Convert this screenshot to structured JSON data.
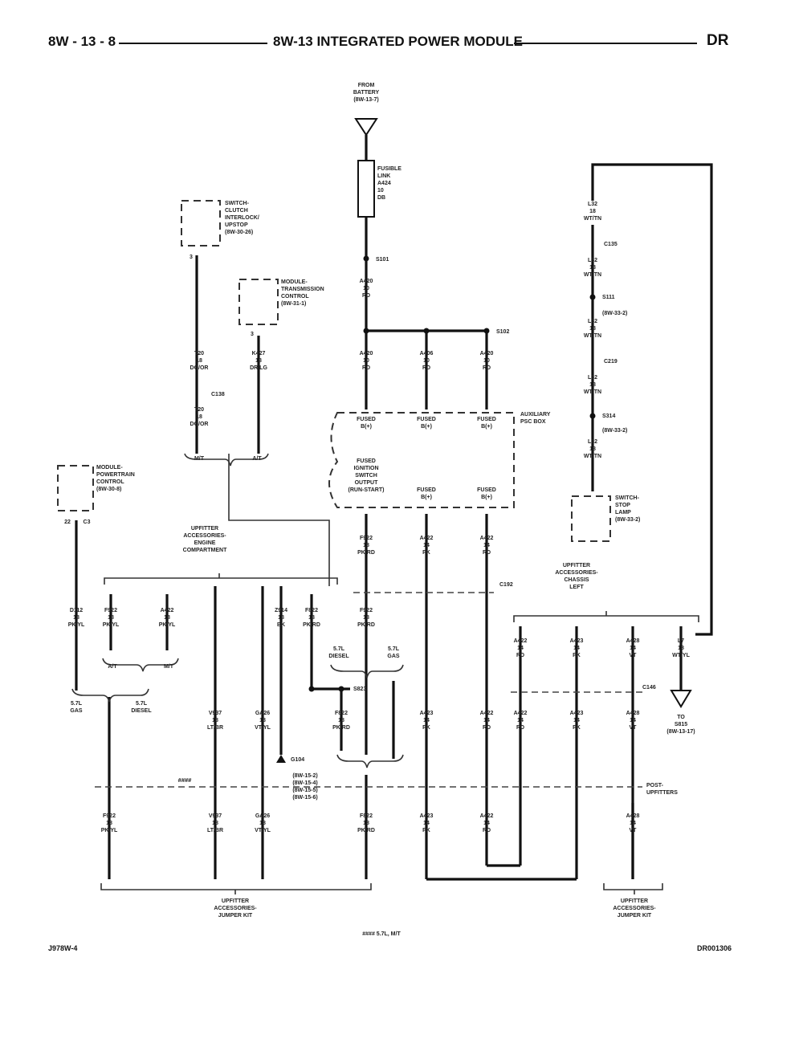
{
  "header": {
    "page_number": "8W - 13 - 8",
    "title": "8W-13 INTEGRATED POWER MODULE",
    "section": "DR"
  },
  "labels": {
    "from_battery": [
      "FROM",
      "BATTERY",
      "(8W-13-7)"
    ],
    "fusible_link": [
      "FUSIBLE",
      "LINK",
      "A424",
      "10",
      "DB"
    ],
    "s101": "S101",
    "a420_top": [
      "A420",
      "10",
      "RD"
    ],
    "s102": "S102",
    "branch1": [
      "A420",
      "10",
      "RD"
    ],
    "branch2": [
      "A406",
      "10",
      "RD"
    ],
    "branch3": [
      "A420",
      "10",
      "RD"
    ],
    "aux_psc_box": [
      "AUXILIARY",
      "PSC BOX"
    ],
    "fused_top": [
      "FUSED",
      "B(+)"
    ],
    "fused_ign": [
      "FUSED",
      "IGNITION",
      "SWITCH",
      "OUTPUT",
      "(RUN-START)"
    ],
    "clutch_switch": [
      "SWITCH-",
      "CLUTCH",
      "INTERLOCK/",
      "UPSTOP",
      "(8W-30-26)"
    ],
    "tcm": [
      "MODULE-",
      "TRANSMISSION",
      "CONTROL",
      "(8W-31-1)"
    ],
    "pcm": [
      "MODULE-",
      "POWERTRAIN",
      "CONTROL",
      "(8W-30-8)"
    ],
    "t20_top": [
      "T20",
      "18",
      "DG/OR"
    ],
    "c138": "C138",
    "t20_bottom": [
      "T20",
      "18",
      "DG/OR"
    ],
    "k427": [
      "K427",
      "18",
      "DR/LG"
    ],
    "mt": "M/T",
    "at": "A/T",
    "pin_3": "3",
    "pin_22": "22",
    "c3": "C3",
    "uef_engine": [
      "UPFITTER",
      "ACCESSORIES-",
      "ENGINE",
      "COMPARTMENT"
    ],
    "uef_chassis": [
      "UPFITTER",
      "ACCESSORIES-",
      "CHASSIS",
      "LEFT"
    ],
    "d112": [
      "D112",
      "18",
      "PK/YL"
    ],
    "f922a": [
      "F922",
      "18",
      "PK/YL"
    ],
    "a422a": [
      "A422",
      "18",
      "PK/YL"
    ],
    "z914": [
      "Z914",
      "18",
      "BK"
    ],
    "f822": [
      "F822",
      "18",
      "PK/RD"
    ],
    "f922_col": [
      "F922",
      "18",
      "PK/RD"
    ],
    "a422_col": [
      "A422",
      "14",
      "PK"
    ],
    "a422_col2": [
      "A422",
      "14",
      "RD"
    ],
    "c192": "C192",
    "s823": "S823",
    "eng_57_diesel": [
      "5.7L",
      "DIESEL"
    ],
    "eng_57_gas": [
      "5.7L",
      "GAS"
    ],
    "eng_gas": [
      "5.7L",
      "GAS"
    ],
    "eng_diesel": [
      "5.7L",
      "DIESEL"
    ],
    "v937": [
      "V937",
      "18",
      "LT/BR"
    ],
    "ga26": [
      "GA26",
      "18",
      "VT/YL"
    ],
    "g104": "G104",
    "g104_refs": [
      "(8W-15-2)",
      "(8W-15-4)",
      "(8W-15-5)",
      "(8W-15-6)"
    ],
    "f822b": [
      "F822",
      "18",
      "PK/RD"
    ],
    "chassis_a422": [
      "A422",
      "14",
      "RD"
    ],
    "chassis_a423": [
      "A423",
      "14",
      "PK"
    ],
    "chassis_a428": [
      "A428",
      "14",
      "VT"
    ],
    "chassis_l7": [
      "L7",
      "18",
      "WT/YL"
    ],
    "c146": "C146",
    "to_s815": [
      "TO",
      "S815",
      "(8W-13-17)"
    ],
    "l32_top": [
      "L32",
      "18",
      "WT/TN"
    ],
    "c135": "C135",
    "l32_a": [
      "L32",
      "18",
      "WT/TN"
    ],
    "s111": "S111",
    "s111_ref": "(8W-33-2)",
    "l32_b": [
      "L32",
      "18",
      "WT/TN"
    ],
    "c219": "C219",
    "l32_c": [
      "L32",
      "18",
      "WT/TN"
    ],
    "s314": "S314",
    "s314_ref": "(8W-33-2)",
    "l32_d": [
      "L32",
      "18",
      "WT/TN"
    ],
    "stop_lamp": [
      "SWITCH-",
      "STOP",
      "LAMP",
      "(8W-33-2)"
    ],
    "post_upfitters": [
      "POST-",
      "UPFITTERS"
    ],
    "marker_stars": "####",
    "lower_a423": [
      "A423",
      "14",
      "PK"
    ],
    "lower_a422": [
      "A422",
      "14",
      "RD"
    ],
    "lower_a428": [
      "A428",
      "14",
      "VT"
    ],
    "lower_a423b": [
      "A423",
      "14",
      "PK"
    ],
    "lower_a422b": [
      "A422",
      "14",
      "RD"
    ],
    "lower_a428b": [
      "A428",
      "14",
      "VT"
    ],
    "bottom_f922": [
      "F922",
      "18",
      "PK/YL"
    ],
    "bottom_v937": [
      "V937",
      "18",
      "LT/BR"
    ],
    "bottom_ga26": [
      "GA26",
      "18",
      "VT/YL"
    ],
    "bottom_f822": [
      "F822",
      "18",
      "PK/RD"
    ],
    "jumper_left": [
      "UPFITTER",
      "ACCESSORIES-",
      "JUMPER KIT"
    ],
    "jumper_right": [
      "UPFITTER",
      "ACCESSORIES-",
      "JUMPER KIT"
    ],
    "legend": "#### 5.7L, M/T"
  },
  "footer": {
    "left": "J978W-4",
    "right": "DR001306"
  }
}
